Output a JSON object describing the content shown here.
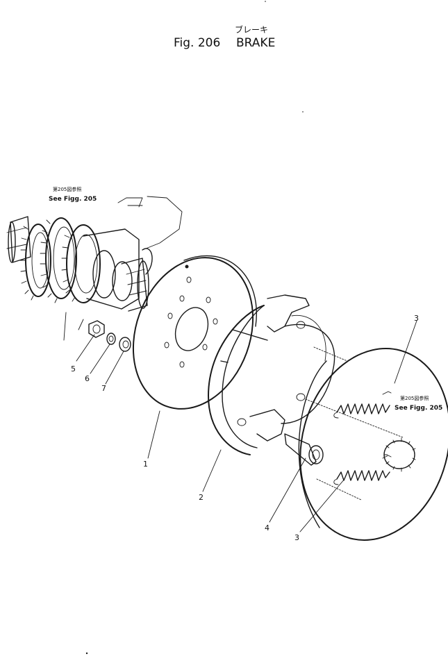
{
  "header": {
    "title_jp": "ブレーキ",
    "fig_label": "Fig. 206",
    "title_en": "BRAKE"
  },
  "references": [
    {
      "jp": "第205図参照",
      "en": "See Figg. 205"
    },
    {
      "jp": "第205図参照",
      "en": "See Figg. 205"
    }
  ],
  "callouts": [
    "5",
    "6",
    "7",
    "1",
    "2",
    "4",
    "3",
    "3"
  ]
}
